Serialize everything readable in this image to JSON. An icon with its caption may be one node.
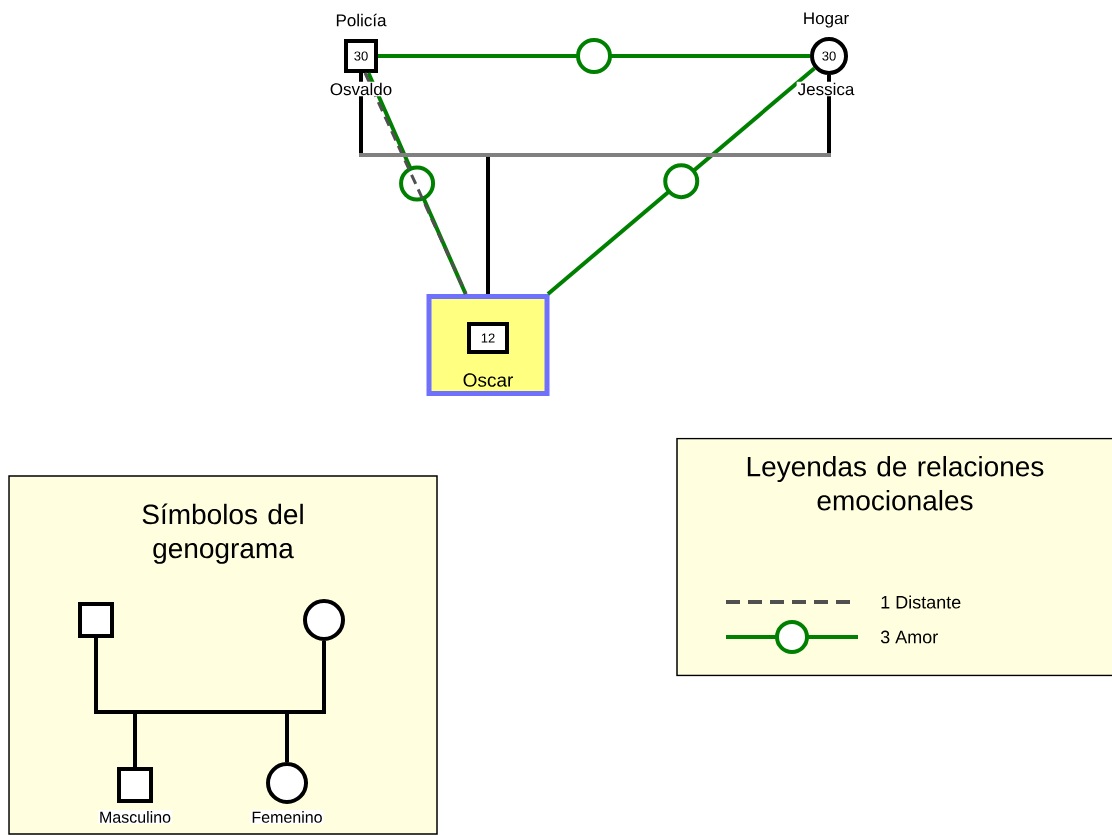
{
  "diagram": {
    "nodes": [
      {
        "text": [
          "30"
        ],
        "beside": [
          "Policía",
          "Osvaldo"
        ]
      },
      {
        "text": [
          "30"
        ],
        "beside": [
          "Hogar",
          "Jessica"
        ]
      },
      {
        "text": [
          "Oscar"
        ]
      },
      {
        "text": [
          "12"
        ],
        "in": 2
      },
      {
        "text": [
          "Símbolos del genograma"
        ]
      },
      {
        "text": [],
        "shape": "box",
        "in": 4
      },
      {
        "text": [],
        "shape": "circle",
        "in": 4
      },
      {
        "text": [],
        "shape": "box",
        "in": 4,
        "beside": [
          "Masculino"
        ]
      },
      {
        "text": [],
        "shape": "circle",
        "in": 4,
        "beside": [
          "Femenino"
        ]
      },
      {
        "text": [
          "Leyendas de relaciones emocionales"
        ]
      }
    ],
    "edges": [
      {
        "from": 0,
        "to": 2,
        "arrow": "none"
      },
      {
        "from": 1,
        "to": 2,
        "arrow": "none"
      },
      {
        "from": 0,
        "to": 1,
        "arrow": "none",
        "color": "#008000"
      },
      {
        "from": 0,
        "to": 2,
        "arrow": "none",
        "color": "#008000"
      },
      {
        "from": 0,
        "to": 2,
        "arrow": "none",
        "style": "dashed",
        "color": "#505050"
      },
      {
        "from": 1,
        "to": 2,
        "arrow": "none",
        "color": "#008000"
      },
      {
        "from": 5,
        "to": 7,
        "arrow": "none"
      },
      {
        "from": 6,
        "to": 7,
        "arrow": "none"
      },
      {
        "from": 5,
        "to": 8,
        "arrow": "none"
      },
      {
        "from": 6,
        "to": 8,
        "arrow": "none"
      }
    ],
    "legend": [
      {
        "text": "1 Distante"
      },
      {
        "text": "3 Amor"
      }
    ]
  }
}
